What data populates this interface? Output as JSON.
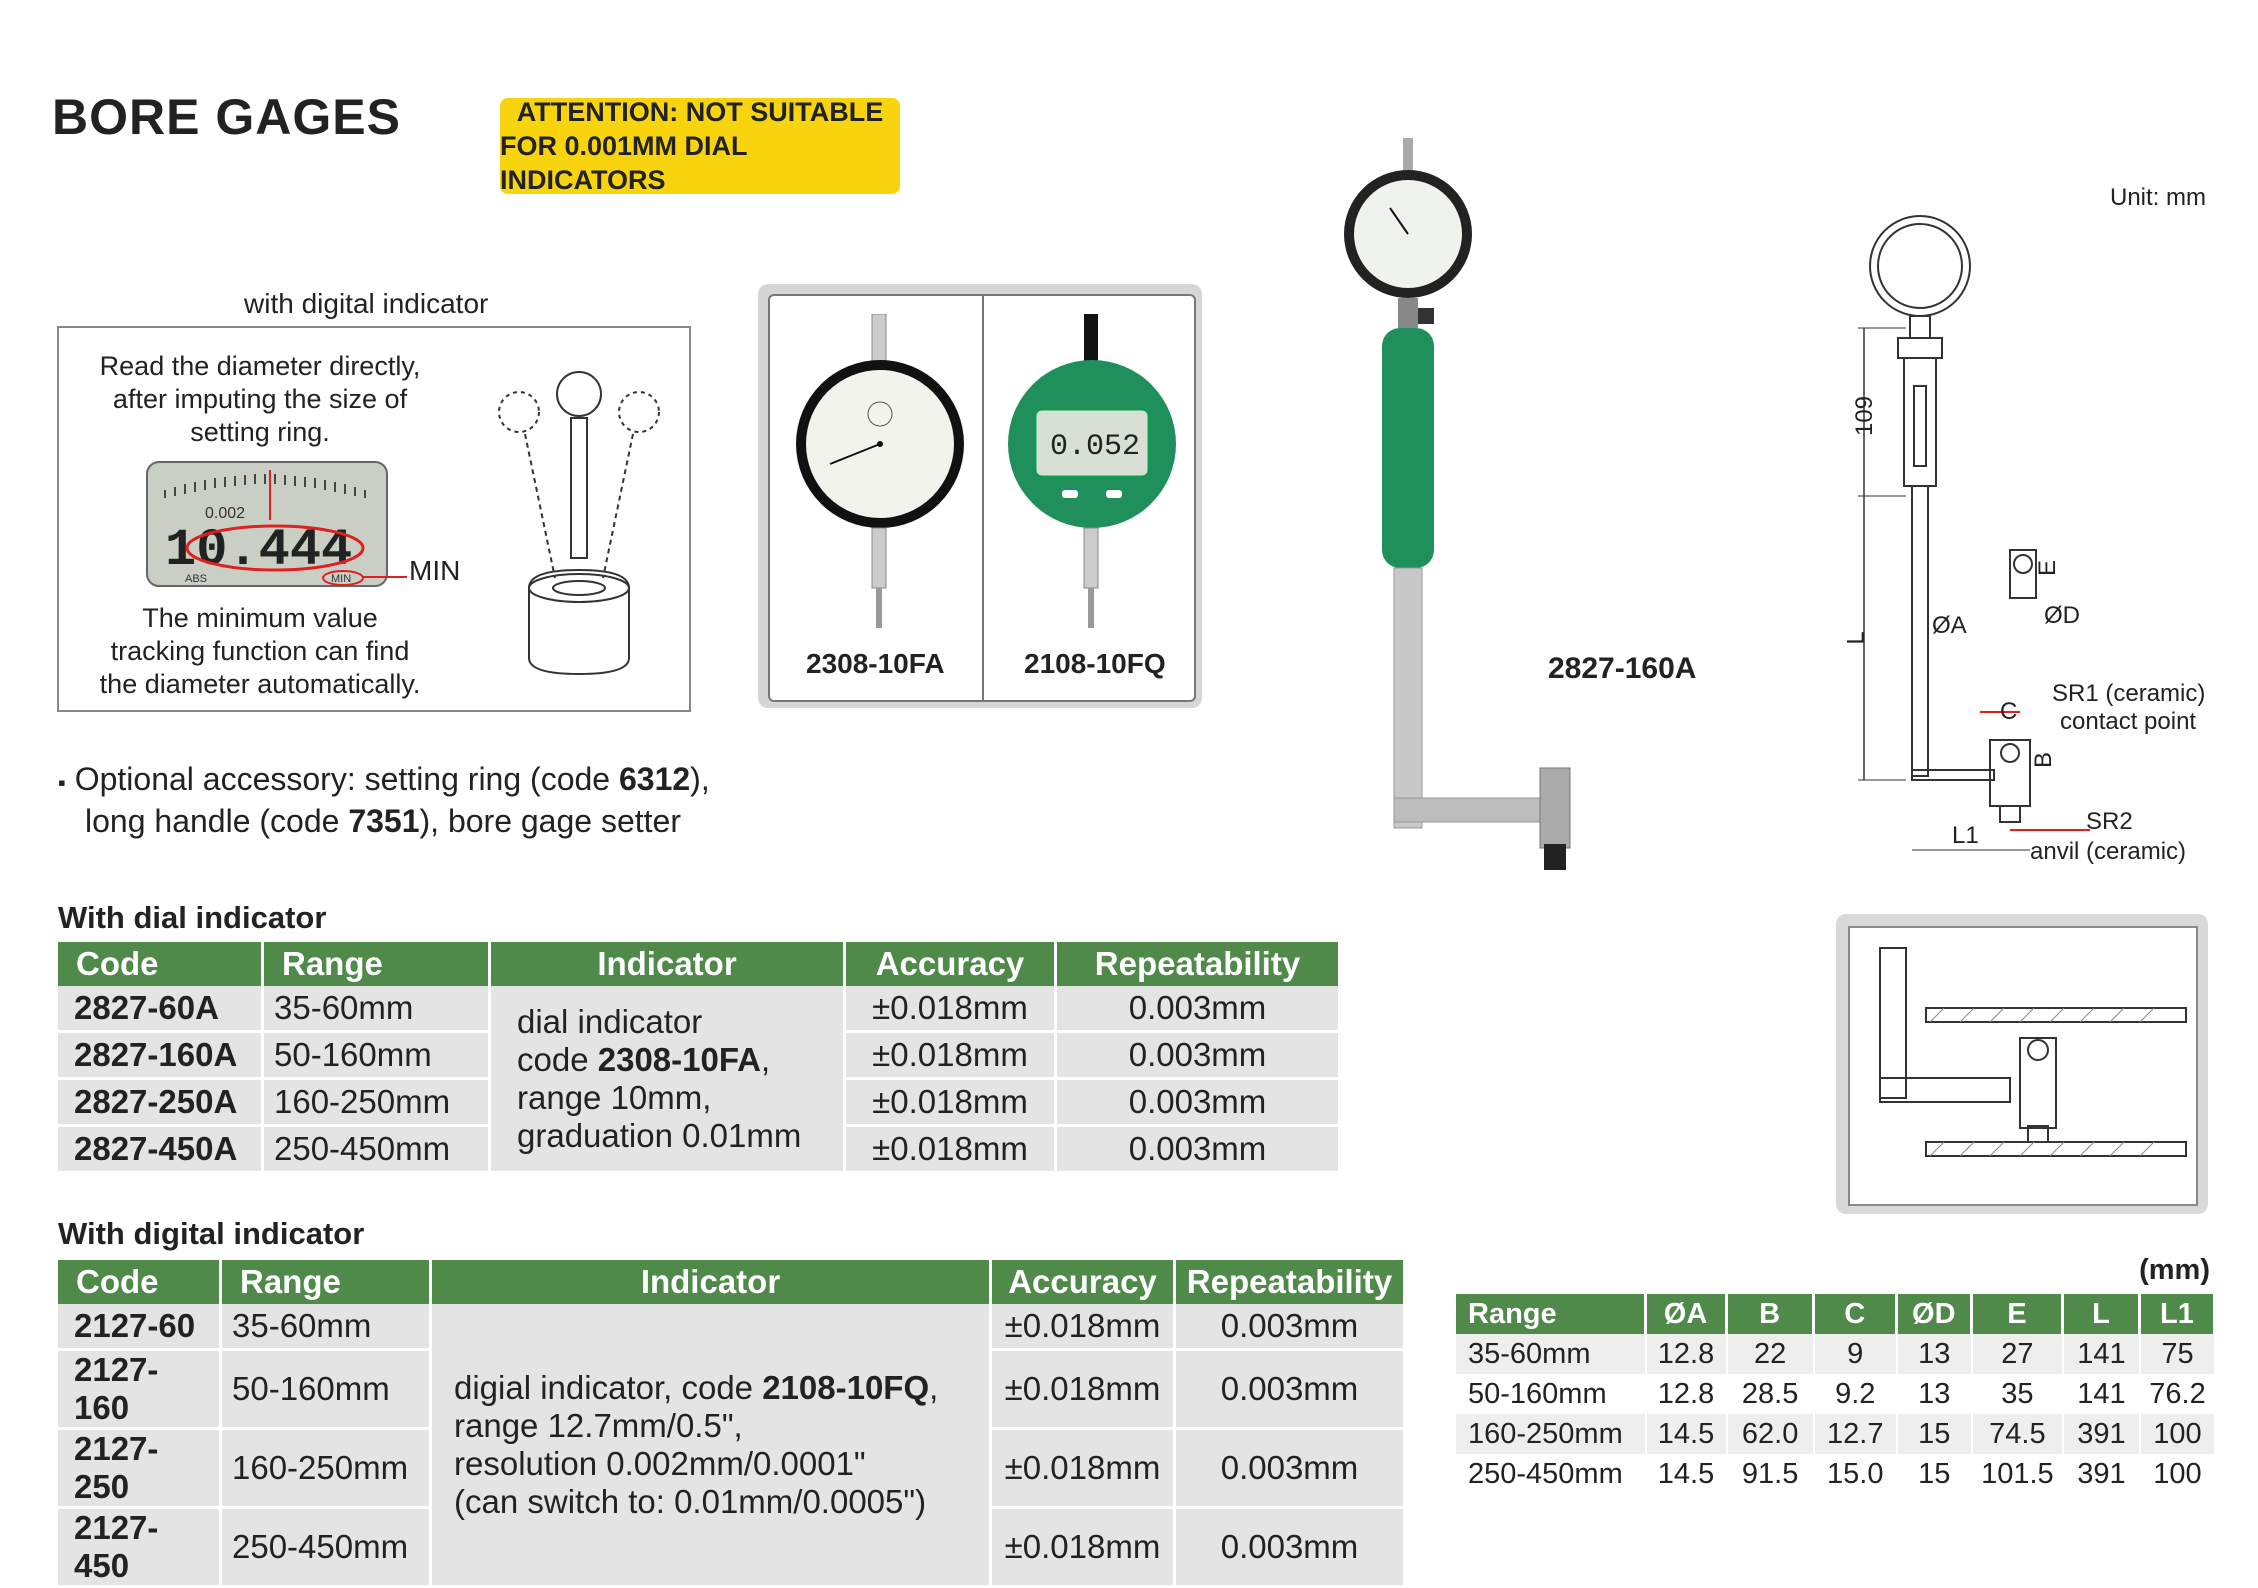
{
  "title": "BORE GAGES",
  "attention": [
    "ATTENTION: NOT SUITABLE",
    "FOR 0.001MM DIAL INDICATORS"
  ],
  "unit": "Unit: mm",
  "digital_box": {
    "caption": "with digital indicator",
    "text1": [
      "Read the diameter directly,",
      "after imputing the size of",
      "setting ring."
    ],
    "display_top": "0.002",
    "display_value": "10.444",
    "display_abs": "ABS",
    "display_min": "MIN",
    "min_label": "MIN",
    "text2": [
      "The minimum value",
      "tracking function can find",
      "the diameter automatically."
    ]
  },
  "indicators": [
    {
      "code": "2308-10FA"
    },
    {
      "code": "2108-10FQ",
      "display": "0.052"
    }
  ],
  "model_label": "2827-160A",
  "optional": {
    "bullet": "▪",
    "line1_pre": "Optional accessory: setting ring (code ",
    "line1_code": "6312",
    "line1_post": "),",
    "line2_pre": "long handle (code ",
    "line2_code": "7351",
    "line2_post": "), bore gage setter"
  },
  "dial_table": {
    "heading": "With dial indicator",
    "headers": [
      "Code",
      "Range",
      "Indicator",
      "Accuracy",
      "Repeatability"
    ],
    "indicator_lines": [
      "dial indicator",
      "code ",
      "2308-10FA",
      ",",
      "range 10mm,",
      "graduation 0.01mm"
    ],
    "rows": [
      {
        "code": "2827-60A",
        "range": "35-60mm",
        "accuracy": "±0.018mm",
        "repeat": "0.003mm"
      },
      {
        "code": "2827-160A",
        "range": "50-160mm",
        "accuracy": "±0.018mm",
        "repeat": "0.003mm"
      },
      {
        "code": "2827-250A",
        "range": "160-250mm",
        "accuracy": "±0.018mm",
        "repeat": "0.003mm"
      },
      {
        "code": "2827-450A",
        "range": "250-450mm",
        "accuracy": "±0.018mm",
        "repeat": "0.003mm"
      }
    ]
  },
  "digital_table": {
    "heading": "With digital indicator",
    "headers": [
      "Code",
      "Range",
      "Indicator",
      "Accuracy",
      "Repeatability"
    ],
    "indicator_lines": [
      "digial indicator, code ",
      "2108-10FQ",
      ",",
      "range 12.7mm/0.5\",",
      "resolution 0.002mm/0.0001\"",
      "(can switch to: 0.01mm/0.0005\")"
    ],
    "rows": [
      {
        "code": "2127-60",
        "range": "35-60mm",
        "accuracy": "±0.018mm",
        "repeat": "0.003mm"
      },
      {
        "code": "2127-160",
        "range": "50-160mm",
        "accuracy": "±0.018mm",
        "repeat": "0.003mm"
      },
      {
        "code": "2127-250",
        "range": "160-250mm",
        "accuracy": "±0.018mm",
        "repeat": "0.003mm"
      },
      {
        "code": "2127-450",
        "range": "250-450mm",
        "accuracy": "±0.018mm",
        "repeat": "0.003mm"
      }
    ]
  },
  "diagram_labels": {
    "dim109": "109",
    "L": "L",
    "A": "ØA",
    "D": "ØD",
    "E": "E",
    "C": "C",
    "B": "B",
    "L1": "L1",
    "sr1a": "SR1 (ceramic)",
    "sr1b": "contact point",
    "sr2a": "SR2",
    "sr2b": "anvil (ceramic)"
  },
  "dim_table": {
    "unit": "(mm)",
    "headers": [
      "Range",
      "ØA",
      "B",
      "C",
      "ØD",
      "E",
      "L",
      "L1"
    ],
    "rows": [
      [
        "35-60mm",
        "12.8",
        "22",
        "9",
        "13",
        "27",
        "141",
        "75"
      ],
      [
        "50-160mm",
        "12.8",
        "28.5",
        "9.2",
        "13",
        "35",
        "141",
        "76.2"
      ],
      [
        "160-250mm",
        "14.5",
        "62.0",
        "12.7",
        "15",
        "74.5",
        "391",
        "100"
      ],
      [
        "250-450mm",
        "14.5",
        "91.5",
        "15.0",
        "15",
        "101.5",
        "391",
        "100"
      ]
    ]
  },
  "colors": {
    "green": "#4f8a4a",
    "yellow": "#f7d40e",
    "gage_green": "#1f8f5c",
    "red": "#e02020"
  }
}
